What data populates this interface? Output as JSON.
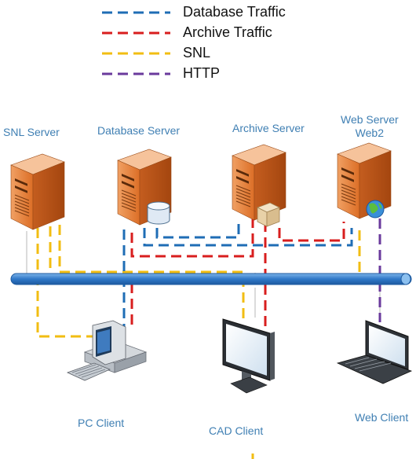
{
  "legend": [
    {
      "label": "Database Traffic",
      "color": "#1f6db5"
    },
    {
      "label": "Archive Traffic",
      "color": "#d81e1e"
    },
    {
      "label": "SNL",
      "color": "#f2bd12"
    },
    {
      "label": "HTTP",
      "color": "#6a3a9c"
    }
  ],
  "nodes": {
    "snl_server": {
      "label": "SNL Server",
      "icon": "server-icon"
    },
    "database_server": {
      "label": "Database Server",
      "icon": "server-icon"
    },
    "archive_server": {
      "label": "Archive Server",
      "icon": "server-icon"
    },
    "web_server": {
      "label_line1": "Web Server",
      "label_line2": "Web2",
      "icon": "server-icon"
    },
    "pc_client": {
      "label": "PC Client",
      "icon": "desktop-pc-icon"
    },
    "cad_client": {
      "label": "CAD Client",
      "icon": "monitor-icon"
    },
    "web_client": {
      "label": "Web Client",
      "icon": "laptop-icon"
    }
  },
  "colors": {
    "server_front": "#e07a34",
    "server_side": "#b9521a",
    "server_top": "#f4b889",
    "bus": "#3b85d0",
    "label": "#3f7fb3"
  }
}
